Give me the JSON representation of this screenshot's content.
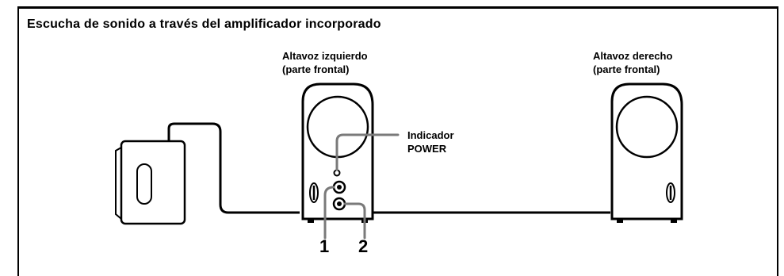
{
  "title": "Escucha de sonido a través del amplificador incorporado",
  "labels": {
    "left_speaker_line1": "Altavoz izquierdo",
    "left_speaker_line2": "(parte frontal)",
    "right_speaker_line1": "Altavoz derecho",
    "right_speaker_line2": "(parte frontal)",
    "indicator_line1": "Indicador",
    "indicator_line2": "POWER"
  },
  "callouts": [
    "1",
    "2"
  ]
}
